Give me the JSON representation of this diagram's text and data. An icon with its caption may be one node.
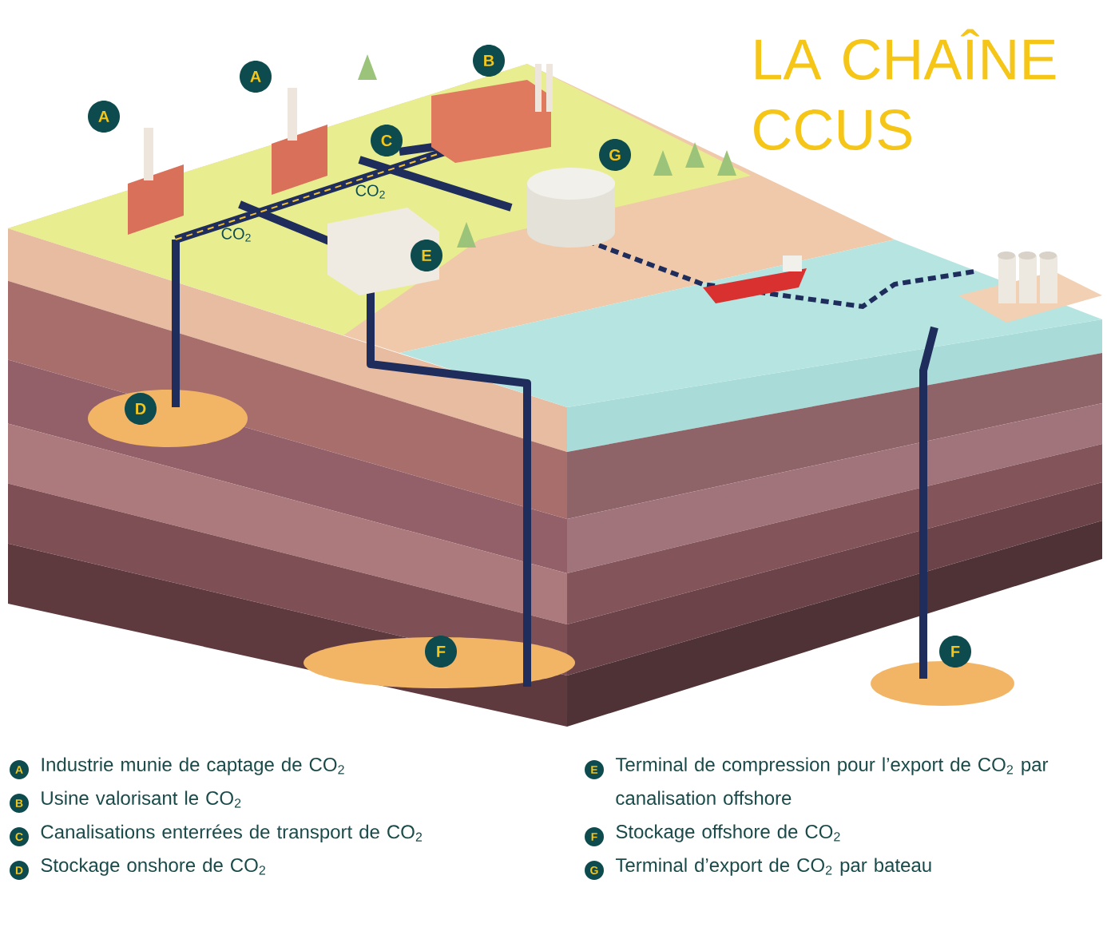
{
  "diagram": {
    "title": "LA CHAÎNE CCUS",
    "labels": [
      "A",
      "A",
      "B",
      "C",
      "CO$_{2}$",
      "G",
      "CO$_{2}$",
      "E",
      "D",
      "F",
      "F",
      "A",
      "B",
      "C",
      "D",
      "E",
      "F",
      "G"
    ],
    "legend": [
      {
        "text": "Industrie munie de captage de CO$_{2}$"
      },
      {
        "text": "Usine valorisant le CO$_{2}$"
      },
      {
        "text": "Canalisations enterrées de transport de CO$_{2}$"
      },
      {
        "text": "Stockage onshore de CO$_{2}$"
      },
      {
        "text": "Terminal de compression pour l’export de CO$_{2}$ par canalisation offshore"
      },
      {
        "text": "Stockage offshore de CO$_{2}$"
      },
      {
        "text": "Terminal d’export de CO$_{2}$ par bateau"
      }
    ]
  }
}
